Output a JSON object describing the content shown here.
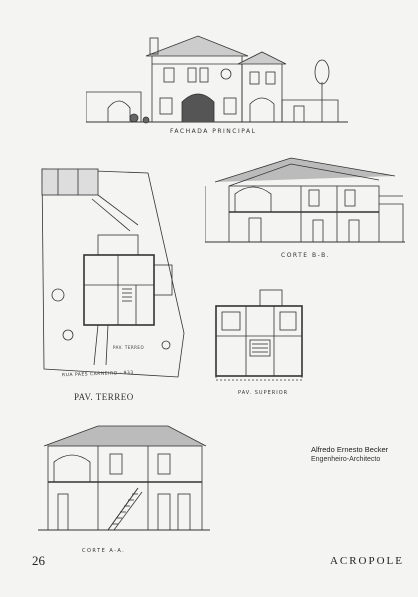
{
  "captions": {
    "facade": "FACHADA PRINCIPAL",
    "section_bb": "CORTE B-B.",
    "ground_floor": "PAV. TERREO",
    "upper_floor": "PAV. SUPERIOR",
    "section_aa": "CORTE A-A.",
    "street": "RUA PAES CARNEIRO - 933",
    "plan_label": "PAV. TERREO"
  },
  "credit": {
    "name": "Alfredo Ernesto Becker",
    "title": "Engenheiro-Architecto"
  },
  "footer": {
    "page_number": "26",
    "magazine": "ACROPOLE"
  }
}
